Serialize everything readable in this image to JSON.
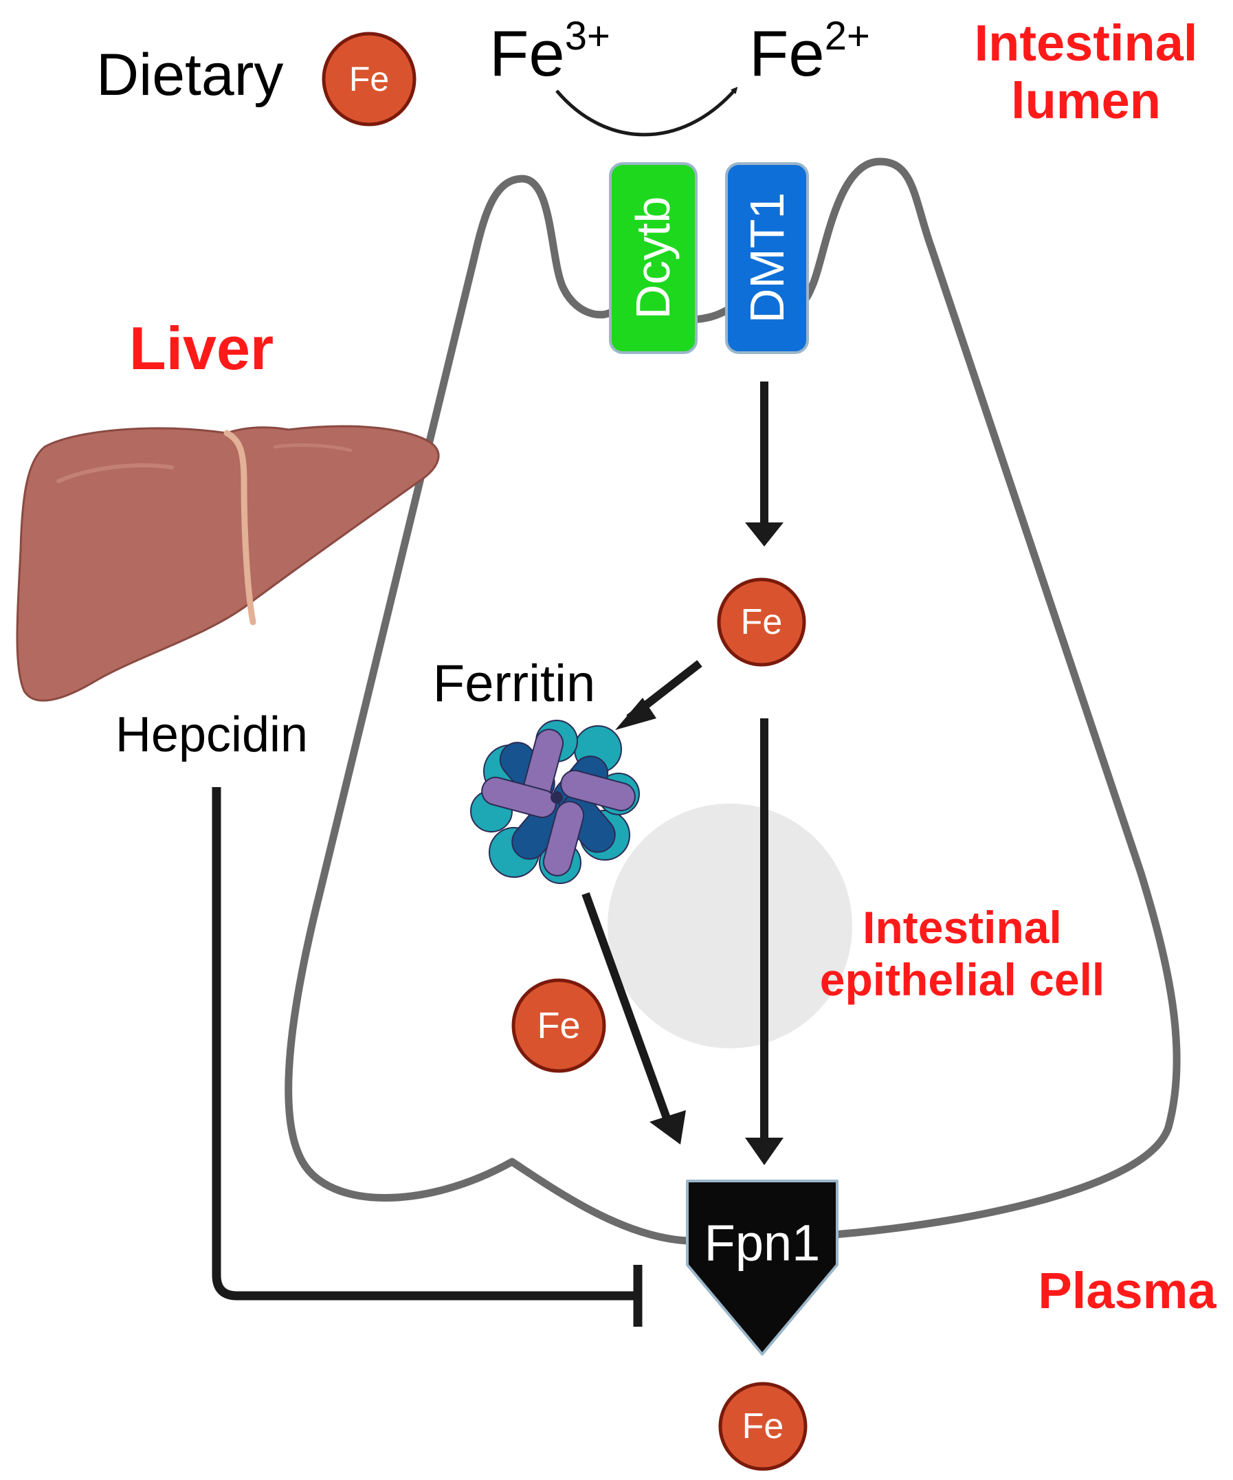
{
  "labels": {
    "dietary": "Dietary",
    "fe3": "Fe",
    "fe3_sup": "3+",
    "fe2": "Fe",
    "fe2_sup": "2+",
    "intestinal_lumen_line1": "Intestinal",
    "intestinal_lumen_line2": "lumen",
    "liver": "Liver",
    "hepcidin": "Hepcidin",
    "ferritin": "Ferritin",
    "epithelial_line1": "Intestinal",
    "epithelial_line2": "epithelial cell",
    "plasma": "Plasma"
  },
  "transporters": {
    "dcytb": "Dcytb",
    "dmt1": "DMT1",
    "fpn1": "Fpn1"
  },
  "iron_badges": {
    "dietary": "Fe",
    "cytosol": "Fe",
    "ferritin_release": "Fe",
    "plasma": "Fe"
  },
  "colors": {
    "region_label": "#ff1a1a",
    "text": "#000000",
    "iron_fill": "#d9542e",
    "iron_stroke": "#7a1a0c",
    "dcytb_fill": "#1ed81e",
    "dmt1_fill": "#0f6fd8",
    "fpn1_fill": "#0a0a0a",
    "cell_outline": "#6b6b6b",
    "nucleus": "#e9e9e9",
    "liver": "#b36a60",
    "arrow": "#1a1a1a"
  }
}
